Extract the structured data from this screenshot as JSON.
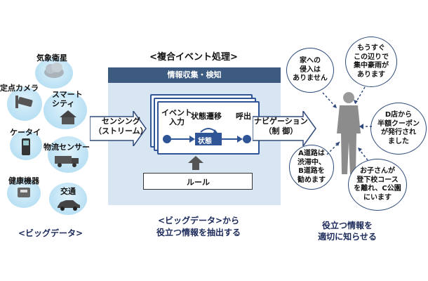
{
  "title": "<複合イベント処理>",
  "sources": {
    "weather_satellite": "気象衛星",
    "fixed_camera": "定点カメラ",
    "smart_city": "スマート\nシティ",
    "mobile_phone": "ケータイ",
    "logistics_sensor": "物流センサー",
    "health_device": "健康機器",
    "traffic": "交通",
    "caption": "<ビッグデータ>"
  },
  "center": {
    "panel_title": "情報収集・検知",
    "input_arrow": "センシング\n（ストリーム）",
    "event_input": "イベント\n入力",
    "state_transition": "状態遷移",
    "state": "状態",
    "call": "呼出",
    "rule": "ルール",
    "output_arrow": "ナビゲーション\n（制 御）",
    "caption_line1": "<ビッグデータ>から",
    "caption_line2": "役立つ情報を抽出する"
  },
  "right": {
    "b1": "家への\n侵入は\nありません",
    "b2": "もうすぐ\nこの辺りで\n集中豪雨が\nあります",
    "b3": "D店から\n半額クーポン\nが発行され\nました",
    "b4": "A道路は\n渋滞中、\nB道路を\n勧めます",
    "b5": "お子さんが\n登下校コース\nを離れ、C公園\nにいます",
    "caption_line1": "役立つ情報を",
    "caption_line2": "適切に知らせる"
  }
}
